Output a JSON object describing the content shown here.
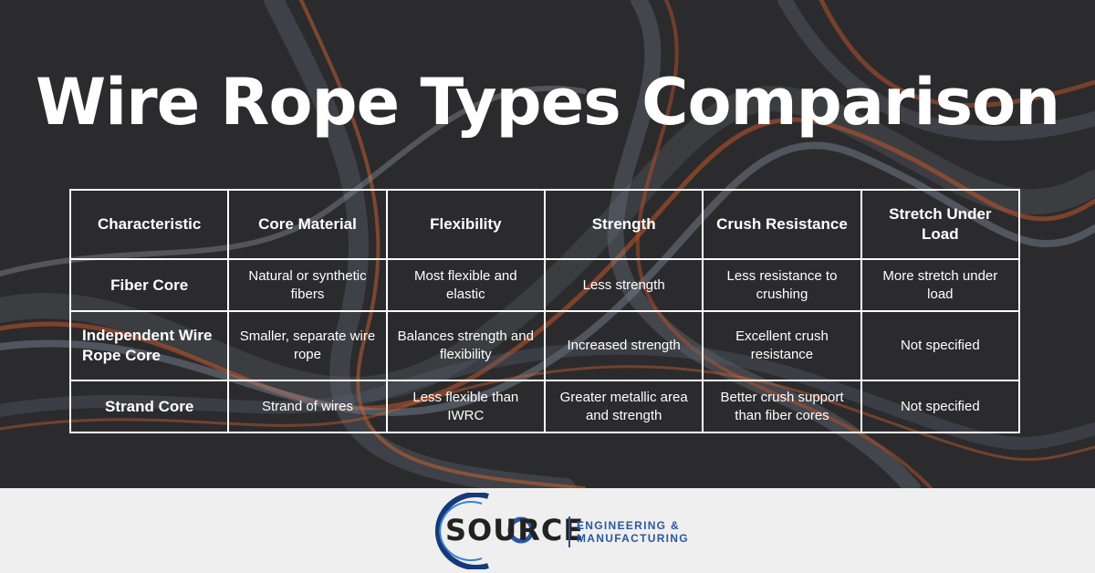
{
  "title": "Wire Rope Types Comparison",
  "table": {
    "headers": [
      "Characteristic",
      "Core Material",
      "Flexibility",
      "Strength",
      "Crush Resistance",
      "Stretch Under Load"
    ],
    "rows": [
      [
        "Fiber Core",
        "Natural or synthetic fibers",
        "Most flexible and elastic",
        "Less strength",
        "Less resistance to crushing",
        "More stretch under load"
      ],
      [
        "Independent Wire Rope Core",
        "Smaller, separate wire rope",
        "Balances strength and flexibility",
        "Increased strength",
        "Excellent crush resistance",
        "Not specified"
      ],
      [
        "Strand Core",
        "Strand of wires",
        "Less flexible than IWRC",
        "Greater metallic area and strength",
        "Better crush support than fiber cores",
        "Not specified"
      ]
    ]
  },
  "logo": {
    "name": "SOURCE",
    "tagline_1": "ENGINEERING &",
    "tagline_2": "MANUFACTURING"
  },
  "colors": {
    "background": "#2b2b2d",
    "footer": "#efefef",
    "logo_blue": "#2a56a0",
    "wire_orange": "#c2552a"
  }
}
